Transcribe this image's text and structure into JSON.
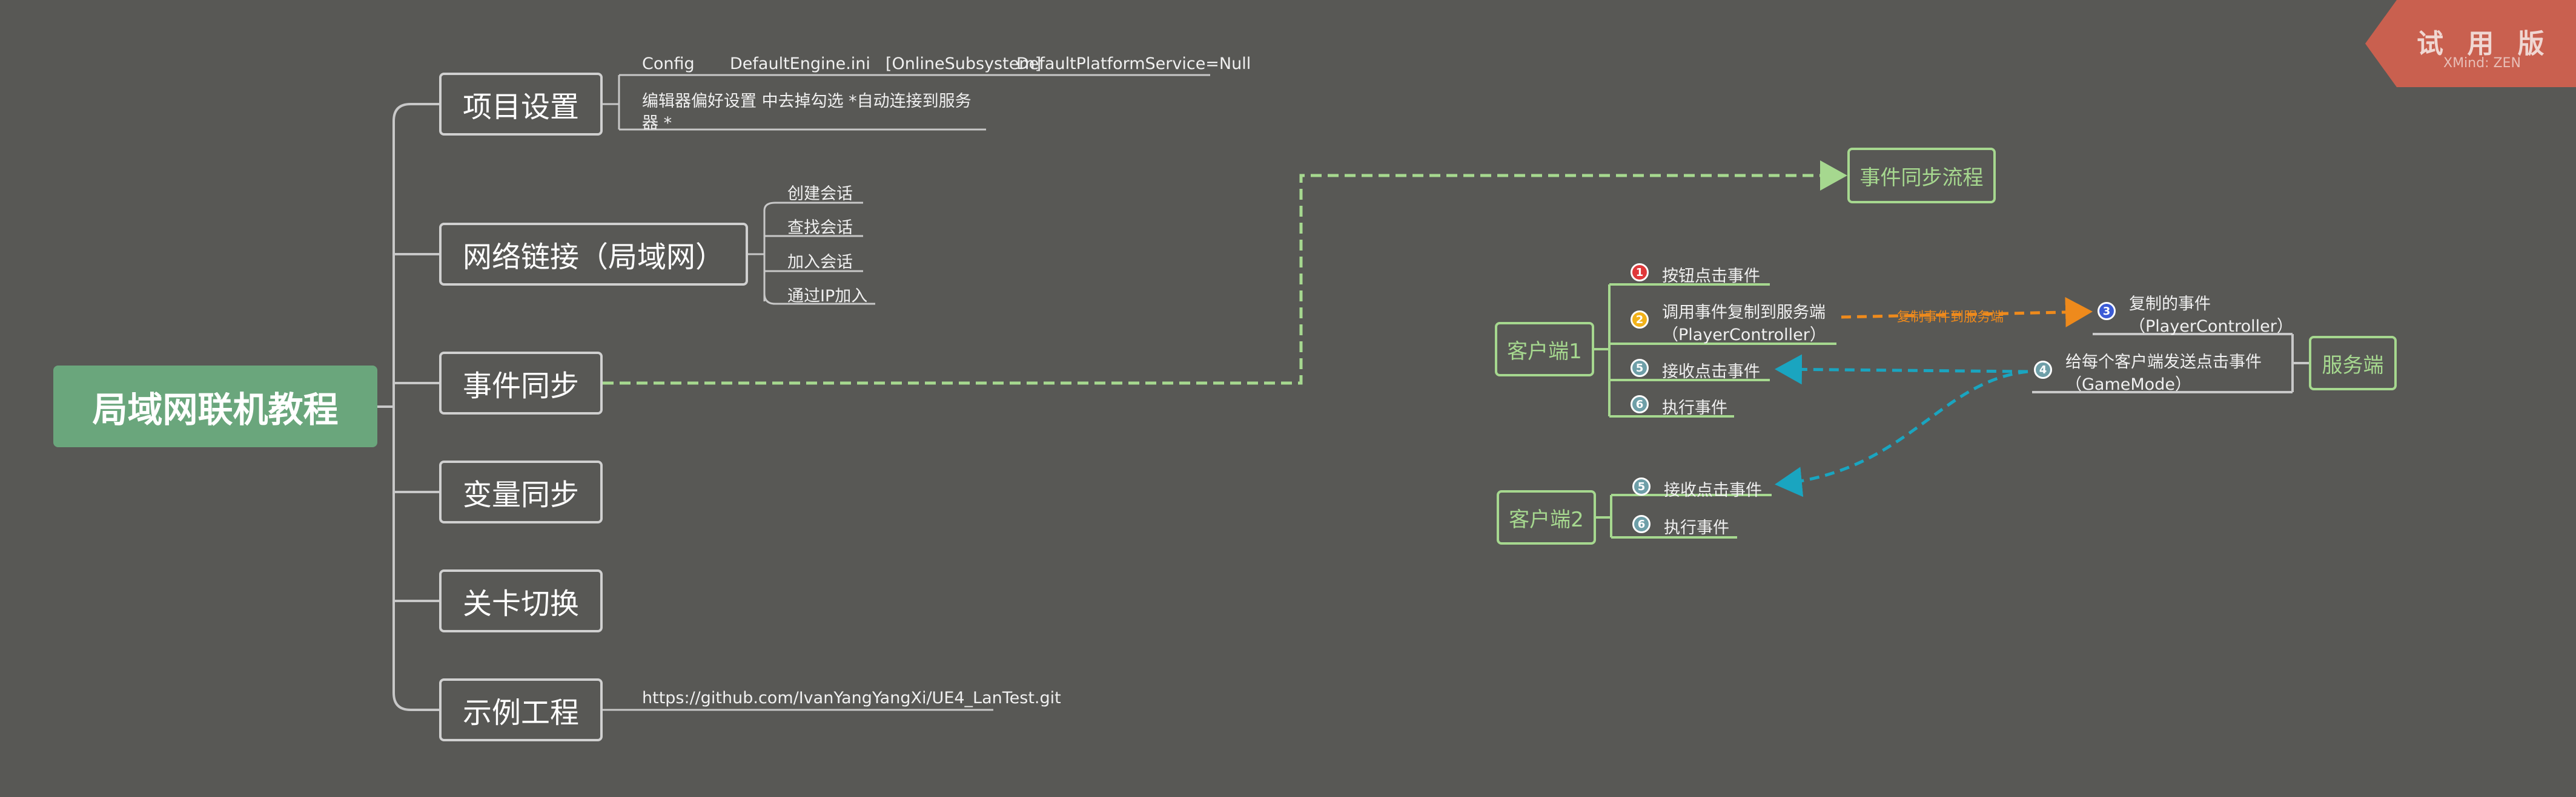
{
  "watermark": {
    "label": "试 用 版",
    "sub": "XMind: ZEN"
  },
  "root": {
    "label": "局域网联机教程"
  },
  "topics": {
    "project_settings": "项目设置",
    "network_link": "网络链接（局域网）",
    "event_sync": "事件同步",
    "variable_sync": "变量同步",
    "level_switch": "关卡切换",
    "example_project": "示例工程"
  },
  "project_settings_details": {
    "config": "Config",
    "ini": "DefaultEngine.ini",
    "section": "[OnlineSubsystem]",
    "service": "DefaultPlatformService=Null",
    "editor_line1": "编辑器偏好设置 中去掉勾选 *自动连接到服务",
    "editor_line2": "器 *"
  },
  "network_items": [
    "创建会话",
    "查找会话",
    "加入会话",
    "通过IP加入"
  ],
  "example_url": "https://github.com/IvanYangYangXi/UE4_LanTest.git",
  "flow": {
    "title": "事件同步流程",
    "client1": "客户端1",
    "client2": "客户端2",
    "server": "服务端",
    "c1_steps": [
      {
        "num": "1",
        "text": "按钮点击事件",
        "color": "#e0393b"
      },
      {
        "num": "2",
        "text": "调用事件复制到服务端",
        "sub": "（PlayerController）",
        "color": "#f2b21a"
      },
      {
        "num": "5",
        "text": "接收点击事件",
        "color": "#6e9fa8"
      },
      {
        "num": "6",
        "text": "执行事件",
        "color": "#6e9fa8"
      }
    ],
    "c2_steps": [
      {
        "num": "5",
        "text": "接收点击事件",
        "color": "#6e9fa8"
      },
      {
        "num": "6",
        "text": "执行事件",
        "color": "#6e9fa8"
      }
    ],
    "server_steps": [
      {
        "num": "3",
        "text": "复制的事件",
        "sub": "（PlayerController）",
        "color": "#3b5bd6"
      },
      {
        "num": "4",
        "text": "给每个客户端发送点击事件",
        "sub": "（GameMode）",
        "color": "#6e9fa8"
      }
    ],
    "replicate_label": "复制事件到服务端"
  },
  "colors": {
    "background": "#585855",
    "root": "#6aa67c",
    "green_line": "#a6d88f",
    "orange_arrow": "#ee8a1c",
    "blue_arrow": "#1aa5c0",
    "watermark": "#c9604f"
  }
}
